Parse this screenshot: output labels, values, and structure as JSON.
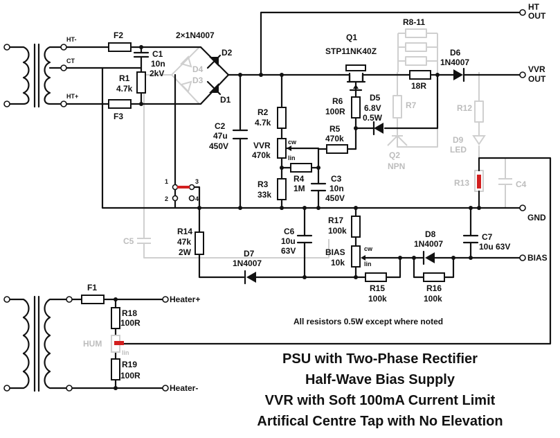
{
  "title_lines": [
    "PSU with Two-Phase Rectifier",
    "Half-Wave Bias Supply",
    "VVR with Soft 100mA Current Limit",
    "Artifical Centre Tap with No Elevation"
  ],
  "note": "All resistors 0.5W except where noted",
  "terminals": {
    "ht_out": [
      "HT",
      "OUT"
    ],
    "vvr_out": [
      "VVR",
      "OUT"
    ],
    "gnd": "GND",
    "bias": "BIAS",
    "heater_plus": "Heater+",
    "heater_minus": "Heater-"
  },
  "transformer_taps": {
    "ht_minus": "HT-",
    "ct": "CT",
    "ht_plus": "HT+"
  },
  "switch_pins": [
    "1",
    "3",
    "2",
    "4"
  ],
  "parts": {
    "F2": {
      "ref": "F2"
    },
    "F3": {
      "ref": "F3"
    },
    "F1": {
      "ref": "F1"
    },
    "C1": {
      "ref": "C1",
      "val": "10n",
      "val2": "2kV"
    },
    "R1": {
      "ref": "R1",
      "val": "4.7k"
    },
    "bridge": {
      "val": "2×1N4007"
    },
    "D1": {
      "ref": "D1"
    },
    "D2": {
      "ref": "D2"
    },
    "D3": {
      "ref": "D3"
    },
    "D4": {
      "ref": "D4"
    },
    "C2": {
      "ref": "C2",
      "val": "47u",
      "val2": "450V"
    },
    "R2": {
      "ref": "R2",
      "val": "4.7k"
    },
    "VVR_pot": {
      "ref": "VVR",
      "val": "470k",
      "cw": "cw",
      "lin": "lin"
    },
    "R3": {
      "ref": "R3",
      "val": "33k"
    },
    "R4": {
      "ref": "R4",
      "val": "1M"
    },
    "C3": {
      "ref": "C3",
      "val": "10n",
      "val2": "450V"
    },
    "Q1": {
      "ref": "Q1",
      "val": "STP11NK40Z"
    },
    "R6": {
      "ref": "R6",
      "val": "100R"
    },
    "D5": {
      "ref": "D5",
      "val": "6.8V",
      "val2": "0.5W"
    },
    "R5": {
      "ref": "R5",
      "val": "470k"
    },
    "R8_11": {
      "ref": "R8-11"
    },
    "R_18R": {
      "val": "18R"
    },
    "R7": {
      "ref": "R7"
    },
    "Q2": {
      "ref": "Q2",
      "val": "NPN"
    },
    "D6": {
      "ref": "D6",
      "val": "1N4007"
    },
    "R12": {
      "ref": "R12"
    },
    "D9": {
      "ref": "D9",
      "val": "LED"
    },
    "R13": {
      "ref": "R13"
    },
    "C4": {
      "ref": "C4"
    },
    "C5": {
      "ref": "C5"
    },
    "R14": {
      "ref": "R14",
      "val": "47k",
      "val2": "2W"
    },
    "D7": {
      "ref": "D7",
      "val": "1N4007"
    },
    "C6": {
      "ref": "C6",
      "val": "10u",
      "val2": "63V"
    },
    "R17": {
      "ref": "R17",
      "val": "100k"
    },
    "BIAS_pot": {
      "ref": "BIAS",
      "val": "10k",
      "cw": "cw",
      "lin": "lin"
    },
    "R15": {
      "ref": "R15",
      "val": "100k"
    },
    "R16": {
      "ref": "R16",
      "val": "100k"
    },
    "D8": {
      "ref": "D8",
      "val": "1N4007"
    },
    "C7": {
      "ref": "C7",
      "val": "10u 63V"
    },
    "R18": {
      "ref": "R18",
      "val": "100R"
    },
    "R19": {
      "ref": "R19",
      "val": "100R"
    },
    "HUM_pot": {
      "ref": "HUM",
      "lin": "lin"
    }
  }
}
